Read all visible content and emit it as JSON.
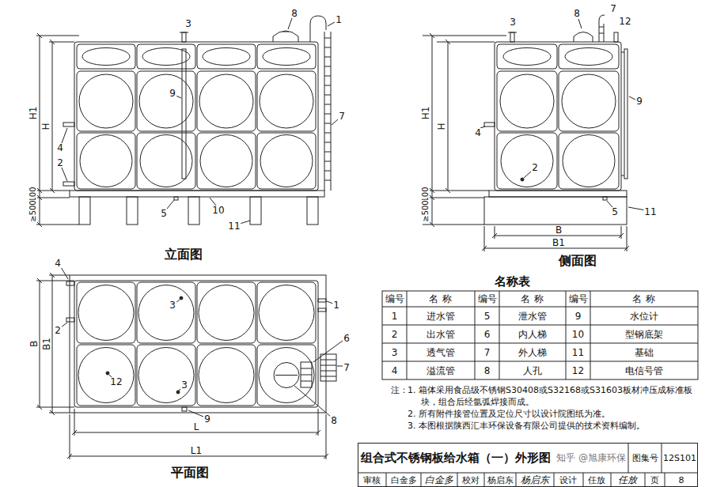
{
  "diagram": {
    "title": "组合式不锈钢板给水箱（一）外形图",
    "labels": [
      "3",
      "8",
      "1",
      "9",
      "7",
      "4",
      "2",
      "5",
      "10",
      "11",
      "H1",
      "H",
      "100",
      "≥500",
      "立面图",
      "3",
      "8",
      "7",
      "12",
      "9",
      "4",
      "2",
      "5",
      "11",
      "H1",
      "H",
      "100",
      "≥500",
      "B",
      "B1",
      "侧面图",
      "4",
      "2",
      "1",
      "6",
      "7",
      "3",
      "12",
      "3",
      "9",
      "8",
      "B",
      "B1",
      "L",
      "L1",
      "平面图",
      "名称表",
      "编号",
      "名称",
      "编号",
      "名称",
      "编号",
      "名称",
      "1",
      "进水管",
      "5",
      "泄水管",
      "9",
      "水位计",
      "2",
      "出水管",
      "6",
      "内人梯",
      "10",
      "型钢底架",
      "3",
      "透气管",
      "7",
      "外人梯",
      "11",
      "基础",
      "4",
      "溢流管",
      "8",
      "人孔",
      "12",
      "电信号管",
      "注：",
      "1. 箱体采用食品级不锈钢S30408或S32168或S31603板材冲压成标准板块，组合后经氩弧焊接而成。",
      "2. 所有附件接管位置及定位尺寸以设计院图纸为准。",
      "3. 本图根据陕西汇丰环保设备有限公司提供的技术资料编制。",
      "图集号",
      "12S101",
      "审核",
      "白金多",
      "白金多",
      "校对",
      "杨启东",
      "杨启东",
      "设计",
      "任放",
      "任放",
      "页",
      "8",
      "知乎 @旭康环保"
    ]
  }
}
